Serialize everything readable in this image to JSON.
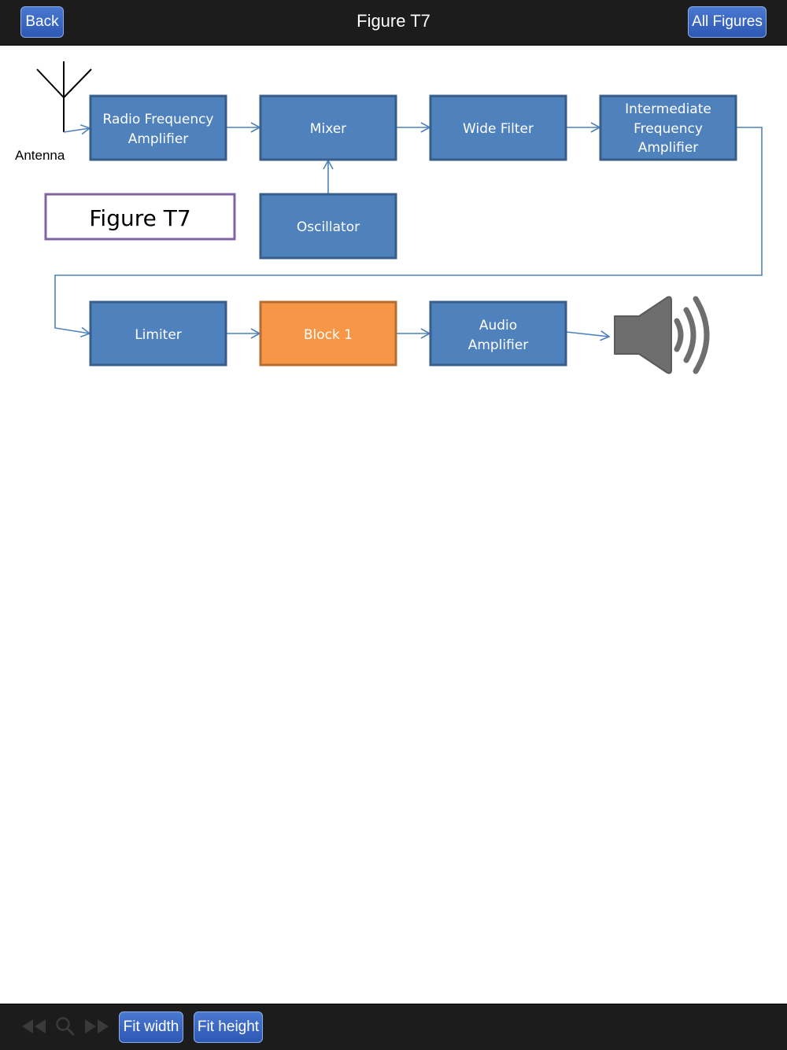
{
  "header": {
    "back_label": "Back",
    "title": "Figure T7",
    "all_figures_label": "All Figures"
  },
  "diagram": {
    "antenna_label": "Antenna",
    "figure_label": "Figure T7",
    "blocks": {
      "rf_amp": [
        "Radio Frequency",
        "Amplifier"
      ],
      "mixer": [
        "Mixer"
      ],
      "wide_filter": [
        "Wide Filter"
      ],
      "if_amp": [
        "Intermediate",
        "Frequency",
        "Amplifier"
      ],
      "oscillator": [
        "Oscillator"
      ],
      "limiter": [
        "Limiter"
      ],
      "block1": [
        "Block 1"
      ],
      "audio_amp": [
        "Audio",
        "Amplifier"
      ]
    },
    "colors": {
      "block_fill": "#4f81bd",
      "block_border": "#385d8a",
      "highlight_fill": "#f79646",
      "highlight_border": "#b66d31",
      "arrow": "#4f81bd",
      "figure_border": "#8064a2",
      "speaker": "#6e6e6e"
    }
  },
  "toolbar": {
    "icons": [
      "rewind-icon",
      "search-icon",
      "fast-forward-icon"
    ],
    "fit_width_label": "Fit width",
    "fit_height_label": "Fit height"
  }
}
